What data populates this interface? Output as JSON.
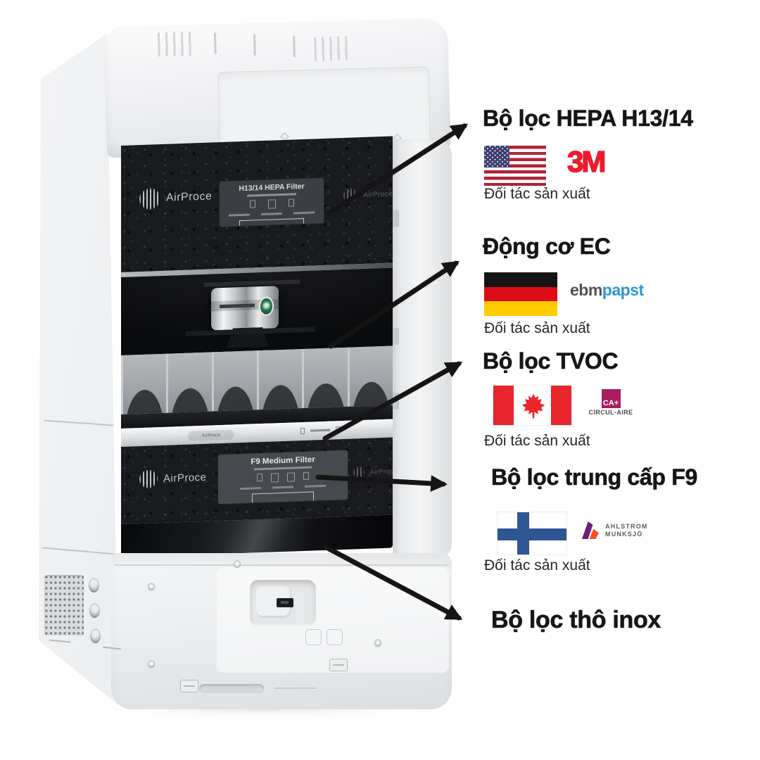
{
  "callouts": {
    "hepa": {
      "title": "Bộ lọc HEPA H13/14",
      "partner_label": "Đối tác sản xuất",
      "brand": "3M",
      "flag": "usa"
    },
    "motor": {
      "title": "Động cơ EC",
      "partner_label": "Đối tác sản xuất",
      "brand_part1": "ebm",
      "brand_part2": "papst",
      "flag": "germany"
    },
    "tvoc": {
      "title": "Bộ lọc TVOC",
      "partner_label": "Đối tác sản xuất",
      "brand_mark": "CA+",
      "brand_name": "CIRCUL-AIRE",
      "flag": "canada"
    },
    "f9": {
      "title": "Bộ lọc trung cấp F9",
      "partner_label": "Đối tác sản xuất",
      "brand_line1": "AHLSTROM",
      "brand_line2": "MUNKSJÖ",
      "flag": "finland"
    },
    "inox": {
      "title": "Bộ lọc thô inox"
    }
  },
  "device": {
    "brand": "AirProce",
    "hepa_label": "H13/14 HEPA Filter",
    "f9_label": "F9 Medium Filter"
  },
  "colors": {
    "text": "#161616",
    "arrow": "#151515",
    "m3_red": "#ee1b2d",
    "ebm_gray": "#4f5256",
    "papst_blue": "#2f96d3",
    "circulaire_magenta": "#a81d5e",
    "ahlstrom_purple": "#6d2077",
    "ahlstrom_orange": "#f05423",
    "finland_blue": "#2d5693",
    "us_navy": "#3c3b6e",
    "us_red": "#b22234",
    "germany_black": "#141414",
    "germany_red": "#dd0b16",
    "germany_gold": "#ffcc00",
    "canada_red": "#e8242d"
  }
}
